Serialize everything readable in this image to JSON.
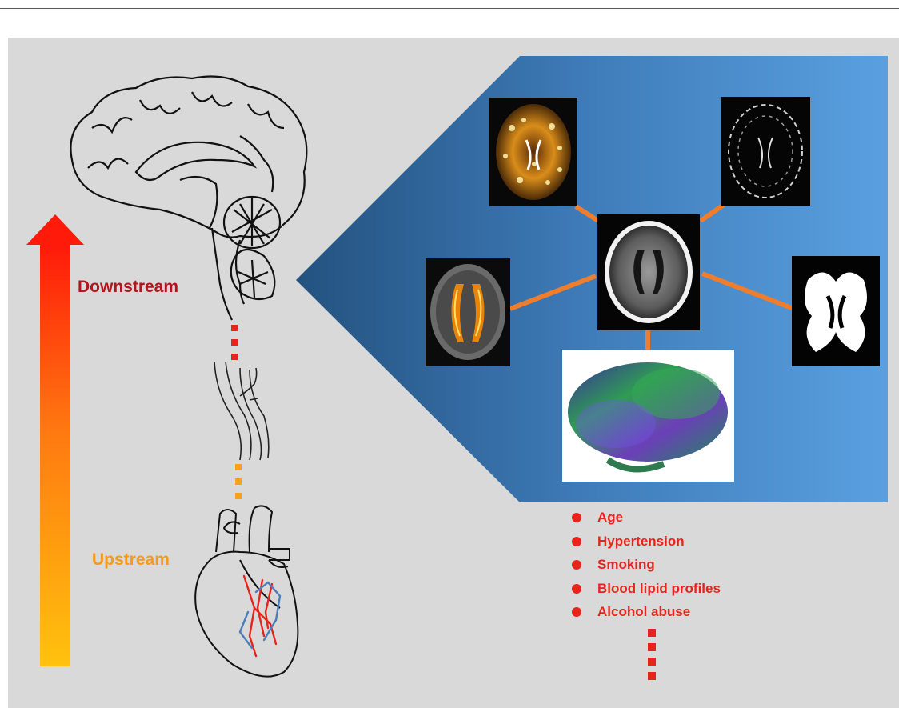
{
  "labels": {
    "downstream": "Downstream",
    "upstream": "Upstream"
  },
  "risk_factors": [
    "Age",
    "Hypertension",
    "Smoking",
    "Blood lipid profiles",
    "Alcohol abuse"
  ],
  "colors": {
    "background": "#d9d9d9",
    "downstream_text": "#b4141b",
    "upstream_text": "#f59a1b",
    "risk_text": "#e8231c",
    "connector": "#ef7d2e",
    "blue_panel_dark": "#2a5f94",
    "blue_panel_light": "#569cdc"
  },
  "icons": [
    "brain-sagittal-icon",
    "heart-icon",
    "vessel-icon",
    "gradient-arrow-icon"
  ]
}
